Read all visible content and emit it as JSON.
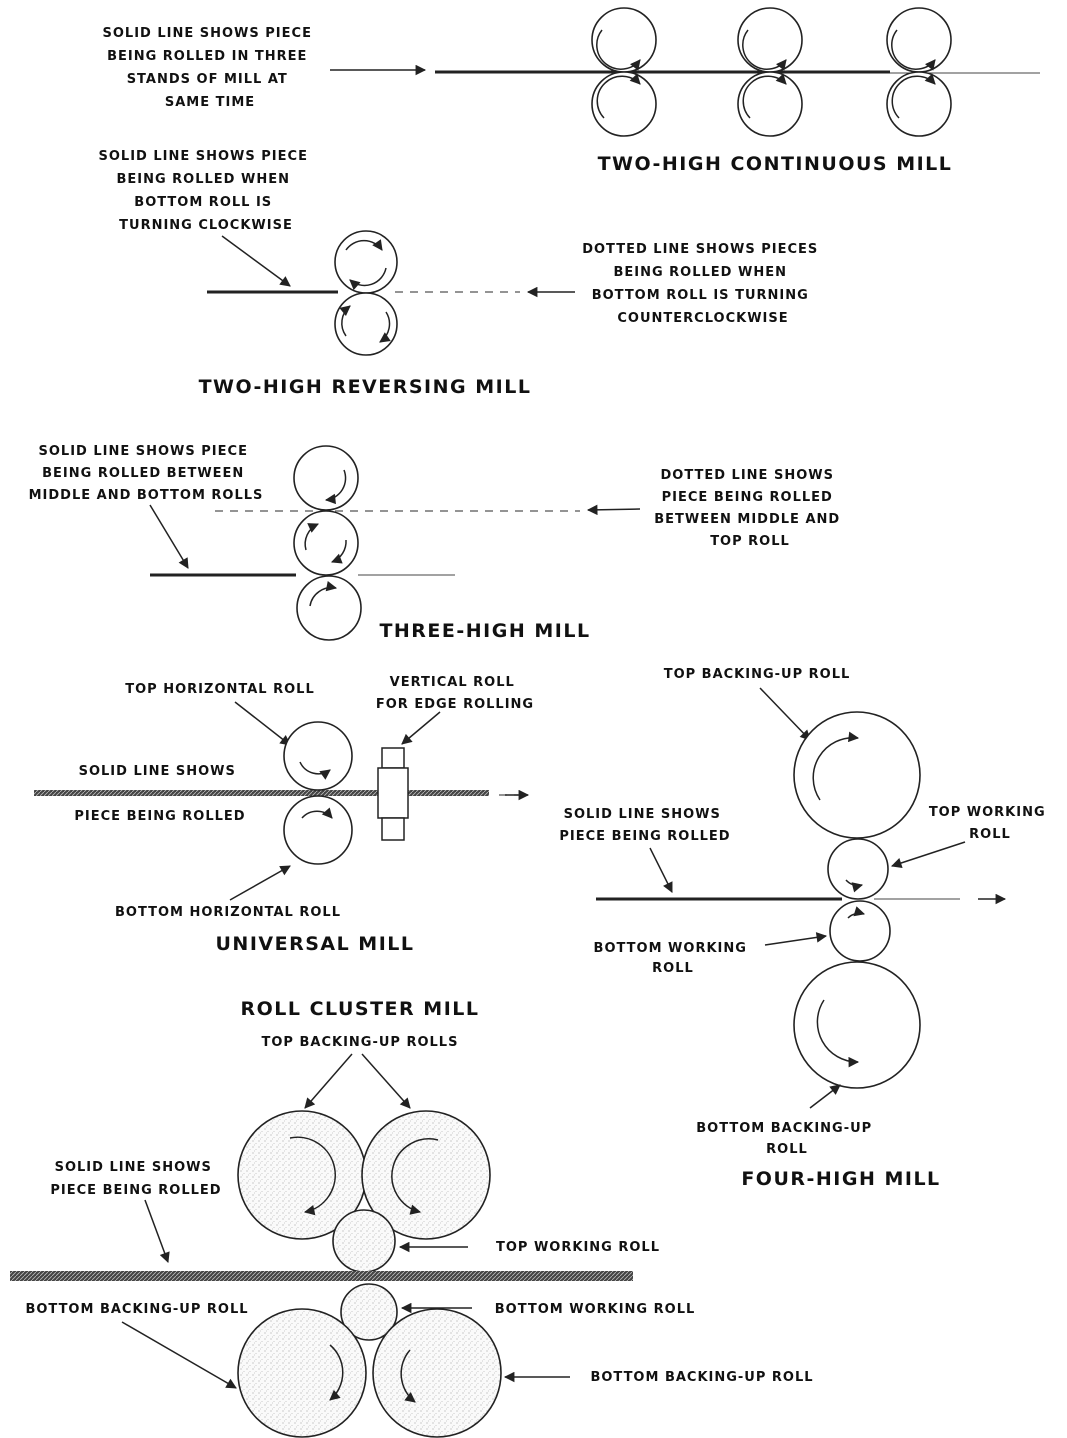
{
  "continuous": {
    "note": [
      "SOLID LINE SHOWS PIECE",
      "BEING ROLLED IN THREE",
      "STANDS OF MILL AT",
      "SAME TIME"
    ],
    "title": "TWO-HIGH CONTINUOUS MILL"
  },
  "reversing": {
    "note_solid": [
      "SOLID LINE SHOWS PIECE",
      "BEING ROLLED WHEN",
      "BOTTOM ROLL IS",
      "TURNING CLOCKWISE"
    ],
    "note_dotted": [
      "DOTTED LINE SHOWS PIECES",
      "BEING ROLLED WHEN",
      "BOTTOM ROLL IS TURNING",
      "COUNTERCLOCKWISE"
    ],
    "title": "TWO-HIGH REVERSING MILL"
  },
  "three_high": {
    "note_solid": [
      "SOLID LINE SHOWS PIECE",
      "BEING ROLLED BETWEEN",
      "MIDDLE AND BOTTOM ROLLS"
    ],
    "note_dotted": [
      "DOTTED LINE SHOWS",
      "PIECE BEING ROLLED",
      "BETWEEN MIDDLE AND",
      "TOP ROLL"
    ],
    "title": "THREE-HIGH MILL"
  },
  "universal": {
    "top_roll": "TOP HORIZONTAL ROLL",
    "vertical_roll": [
      "VERTICAL ROLL",
      "FOR EDGE ROLLING"
    ],
    "note": [
      "SOLID LINE SHOWS",
      "PIECE BEING ROLLED"
    ],
    "bottom_roll": "BOTTOM HORIZONTAL ROLL",
    "title": "UNIVERSAL MILL"
  },
  "four_high": {
    "top_backing": "TOP BACKING-UP ROLL",
    "top_working": [
      "TOP WORKING",
      "ROLL"
    ],
    "note": [
      "SOLID LINE SHOWS",
      "PIECE BEING ROLLED"
    ],
    "bottom_working": [
      "BOTTOM WORKING",
      "ROLL"
    ],
    "bottom_backing": [
      "BOTTOM BACKING-UP",
      "ROLL"
    ],
    "title": "FOUR-HIGH MILL"
  },
  "cluster": {
    "title": "ROLL CLUSTER MILL",
    "top_backing": "TOP BACKING-UP ROLLS",
    "note": [
      "SOLID LINE SHOWS",
      "PIECE BEING ROLLED"
    ],
    "top_working": "TOP WORKING ROLL",
    "bottom_backing_left": "BOTTOM BACKING-UP ROLL",
    "bottom_working": "BOTTOM WORKING ROLL",
    "bottom_backing_right": "BOTTOM BACKING-UP ROLL"
  }
}
